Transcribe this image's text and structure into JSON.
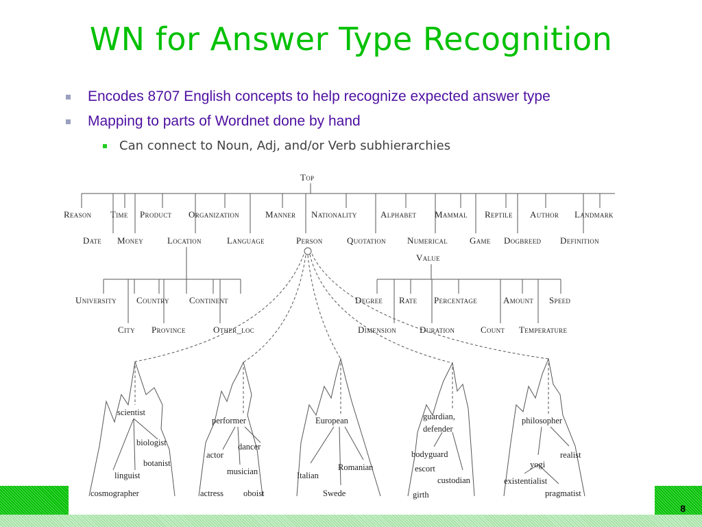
{
  "slide": {
    "title": "WN for Answer Type Recognition",
    "bullets": [
      "Encodes 8707 English concepts to help recognize expected answer type",
      "Mapping to parts of Wordnet done by hand"
    ],
    "sub_bullets": [
      "Can connect to Noun, Adj, and/or Verb subhierarchies"
    ],
    "slide_number": "8"
  },
  "diagram": {
    "top": "Top",
    "row1": [
      "Reason",
      "Time",
      "Product",
      "Organization",
      "Manner",
      "Nationality",
      "Alphabet",
      "Mammal",
      "Reptile",
      "Author",
      "Landmark"
    ],
    "row2": [
      "Date",
      "Money",
      "Location",
      "Language",
      "Person",
      "Quotation",
      "Numerical",
      "Game",
      "Dogbreed",
      "Definition"
    ],
    "value": "Value",
    "location_row1": [
      "University",
      "Country",
      "Continent"
    ],
    "location_row2": [
      "City",
      "Province",
      "Other_loc"
    ],
    "value_row1": [
      "Degree",
      "Rate",
      "Percentage",
      "Amount",
      "Speed"
    ],
    "value_row2": [
      "Dimension",
      "Duration",
      "Count",
      "Temperature"
    ],
    "hierarchies": [
      {
        "words": [
          "scientist",
          "biologist",
          "botanist",
          "linguist",
          "cosmographer"
        ]
      },
      {
        "words": [
          "performer",
          "dancer",
          "actor",
          "musician",
          "actress",
          "oboist"
        ]
      },
      {
        "words": [
          "European",
          "Romanian",
          "Italian",
          "Swede"
        ]
      },
      {
        "words": [
          "guardian,",
          "defender",
          "bodyguard",
          "escort",
          "custodian",
          "girth"
        ]
      },
      {
        "words": [
          "philosopher",
          "yogi",
          "realist",
          "existentialist",
          "pragmatist"
        ]
      }
    ]
  }
}
